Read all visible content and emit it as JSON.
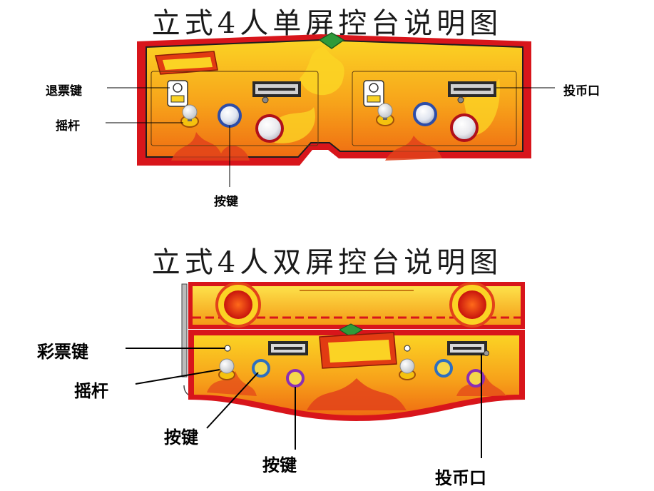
{
  "titles": {
    "single": "立式4人单屏控台说明图",
    "dual": "立式4人双屏控台说明图"
  },
  "labels": {
    "single": {
      "ticket_key": "退票键",
      "joystick": "摇杆",
      "button": "按键",
      "coin_slot": "投币口"
    },
    "dual": {
      "ticket_key": "彩票键",
      "joystick": "摇杆",
      "button_a": "按键",
      "button_b": "按键",
      "coin_slot": "投币口"
    }
  },
  "colors": {
    "frame_red": "#d8151b",
    "panel_orange": "#f7a21a",
    "panel_yellow": "#fbd324",
    "flame_red": "#e2421a"
  }
}
